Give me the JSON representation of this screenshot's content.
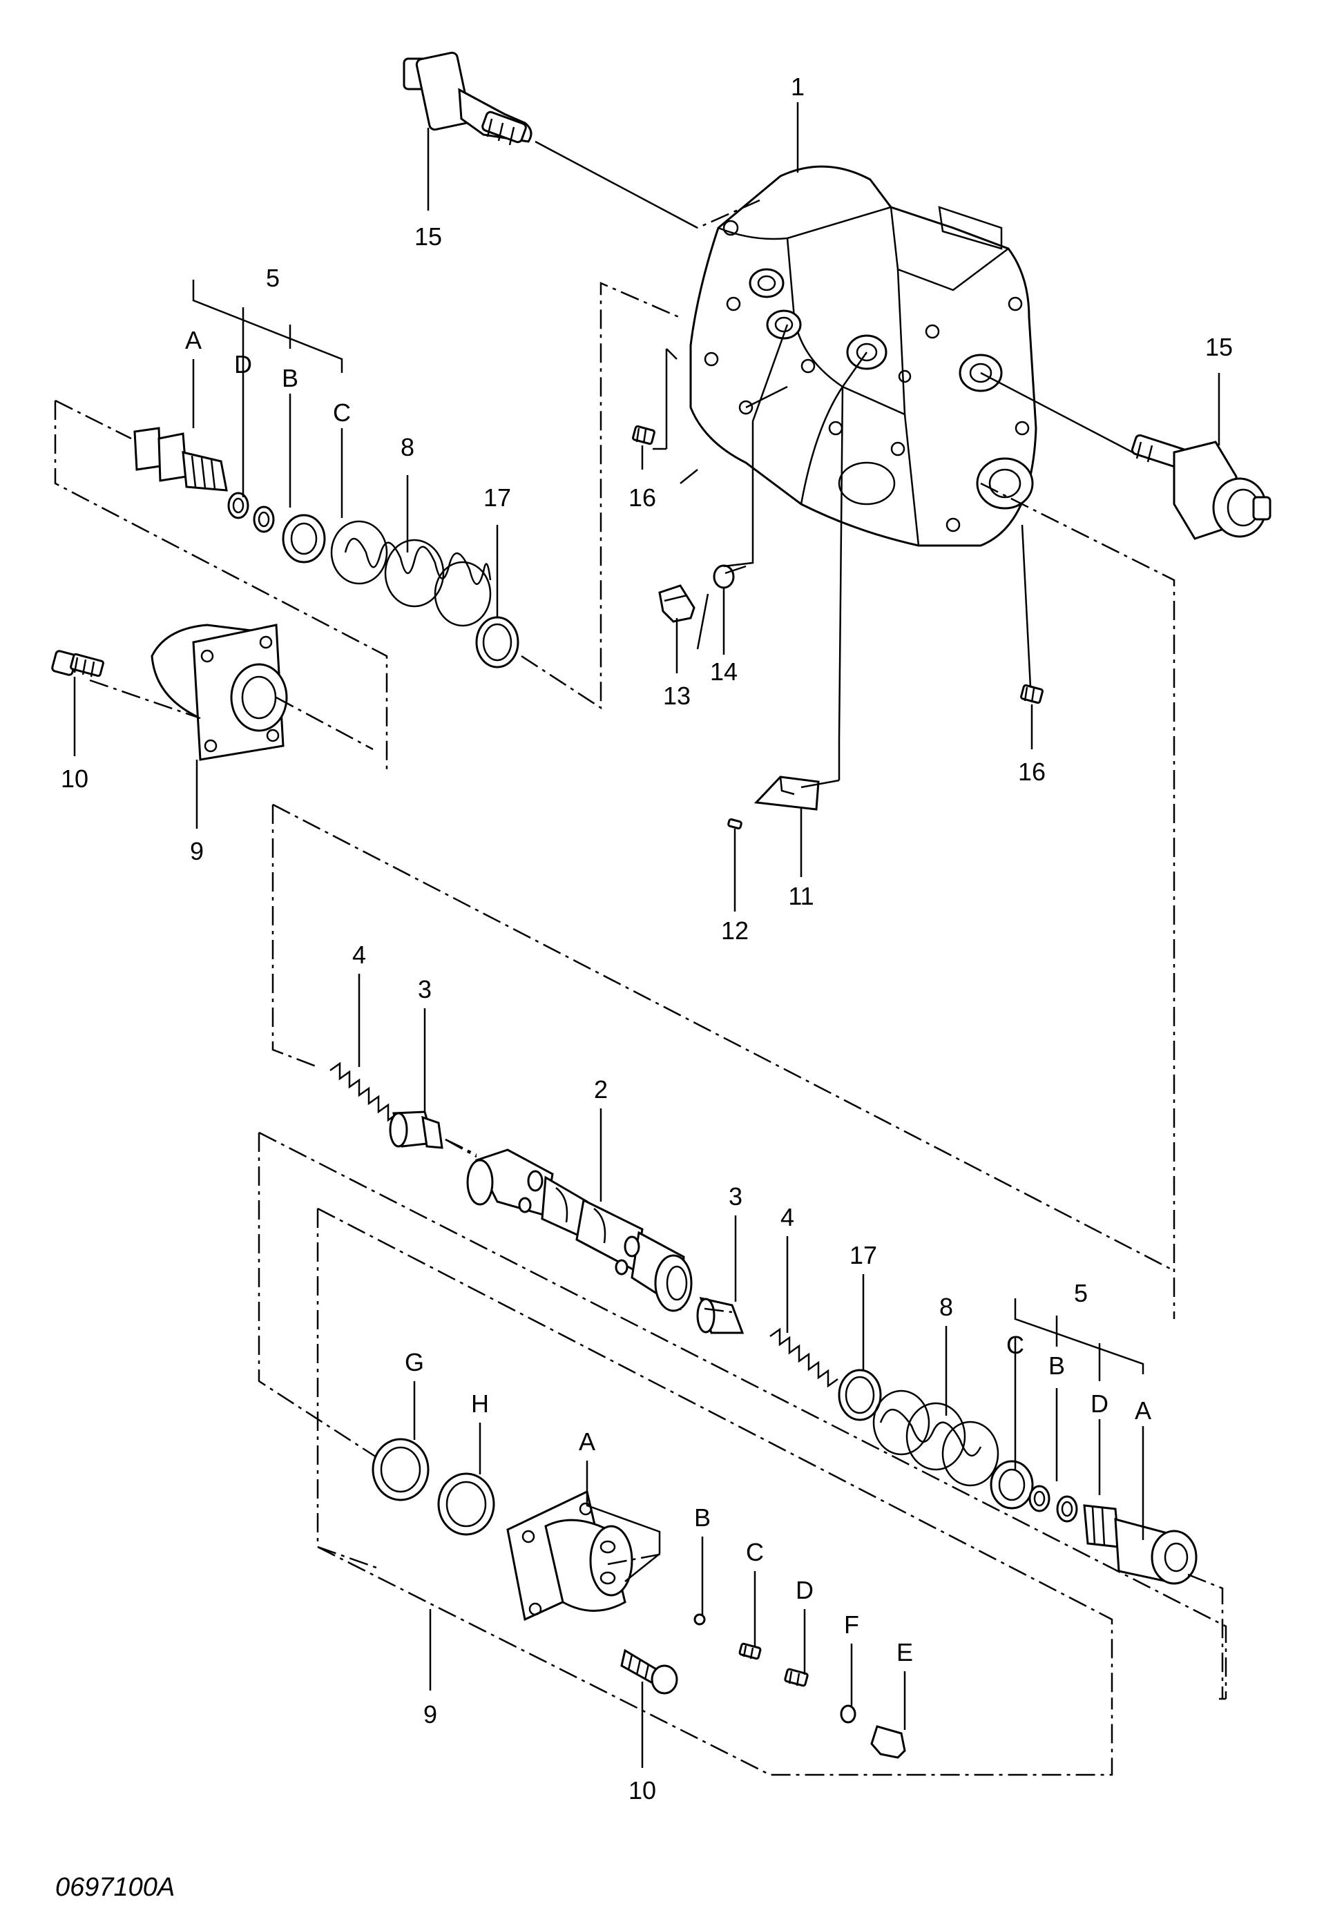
{
  "drawing_number": "0697100A",
  "callouts": {
    "l1": "1",
    "l2": "2",
    "l3a": "3",
    "l3b": "3",
    "l4a": "4",
    "l4b": "4",
    "l5a": "5",
    "l5b": "5",
    "l8a": "8",
    "l8b": "8",
    "l9a": "9",
    "l9b": "9",
    "l10a": "10",
    "l10b": "10",
    "l11": "11",
    "l12": "12",
    "l13": "13",
    "l14": "14",
    "l15a": "15",
    "l15b": "15",
    "l16a": "16",
    "l16b": "16",
    "l17a": "17",
    "l17b": "17",
    "uA": "A",
    "uB": "B",
    "uC": "C",
    "uD": "D",
    "rA": "A",
    "rB": "B",
    "rC": "C",
    "rD": "D",
    "bA": "A",
    "bB": "B",
    "bC": "C",
    "bD": "D",
    "bE": "E",
    "bF": "F",
    "bG": "G",
    "bH": "H"
  },
  "icons": [
    "valve-body",
    "pressure-sensor",
    "relief-valve-cartridge",
    "spool",
    "spring",
    "o-ring",
    "cover-plate",
    "cap-screw",
    "plug",
    "name-plate",
    "rivet"
  ]
}
